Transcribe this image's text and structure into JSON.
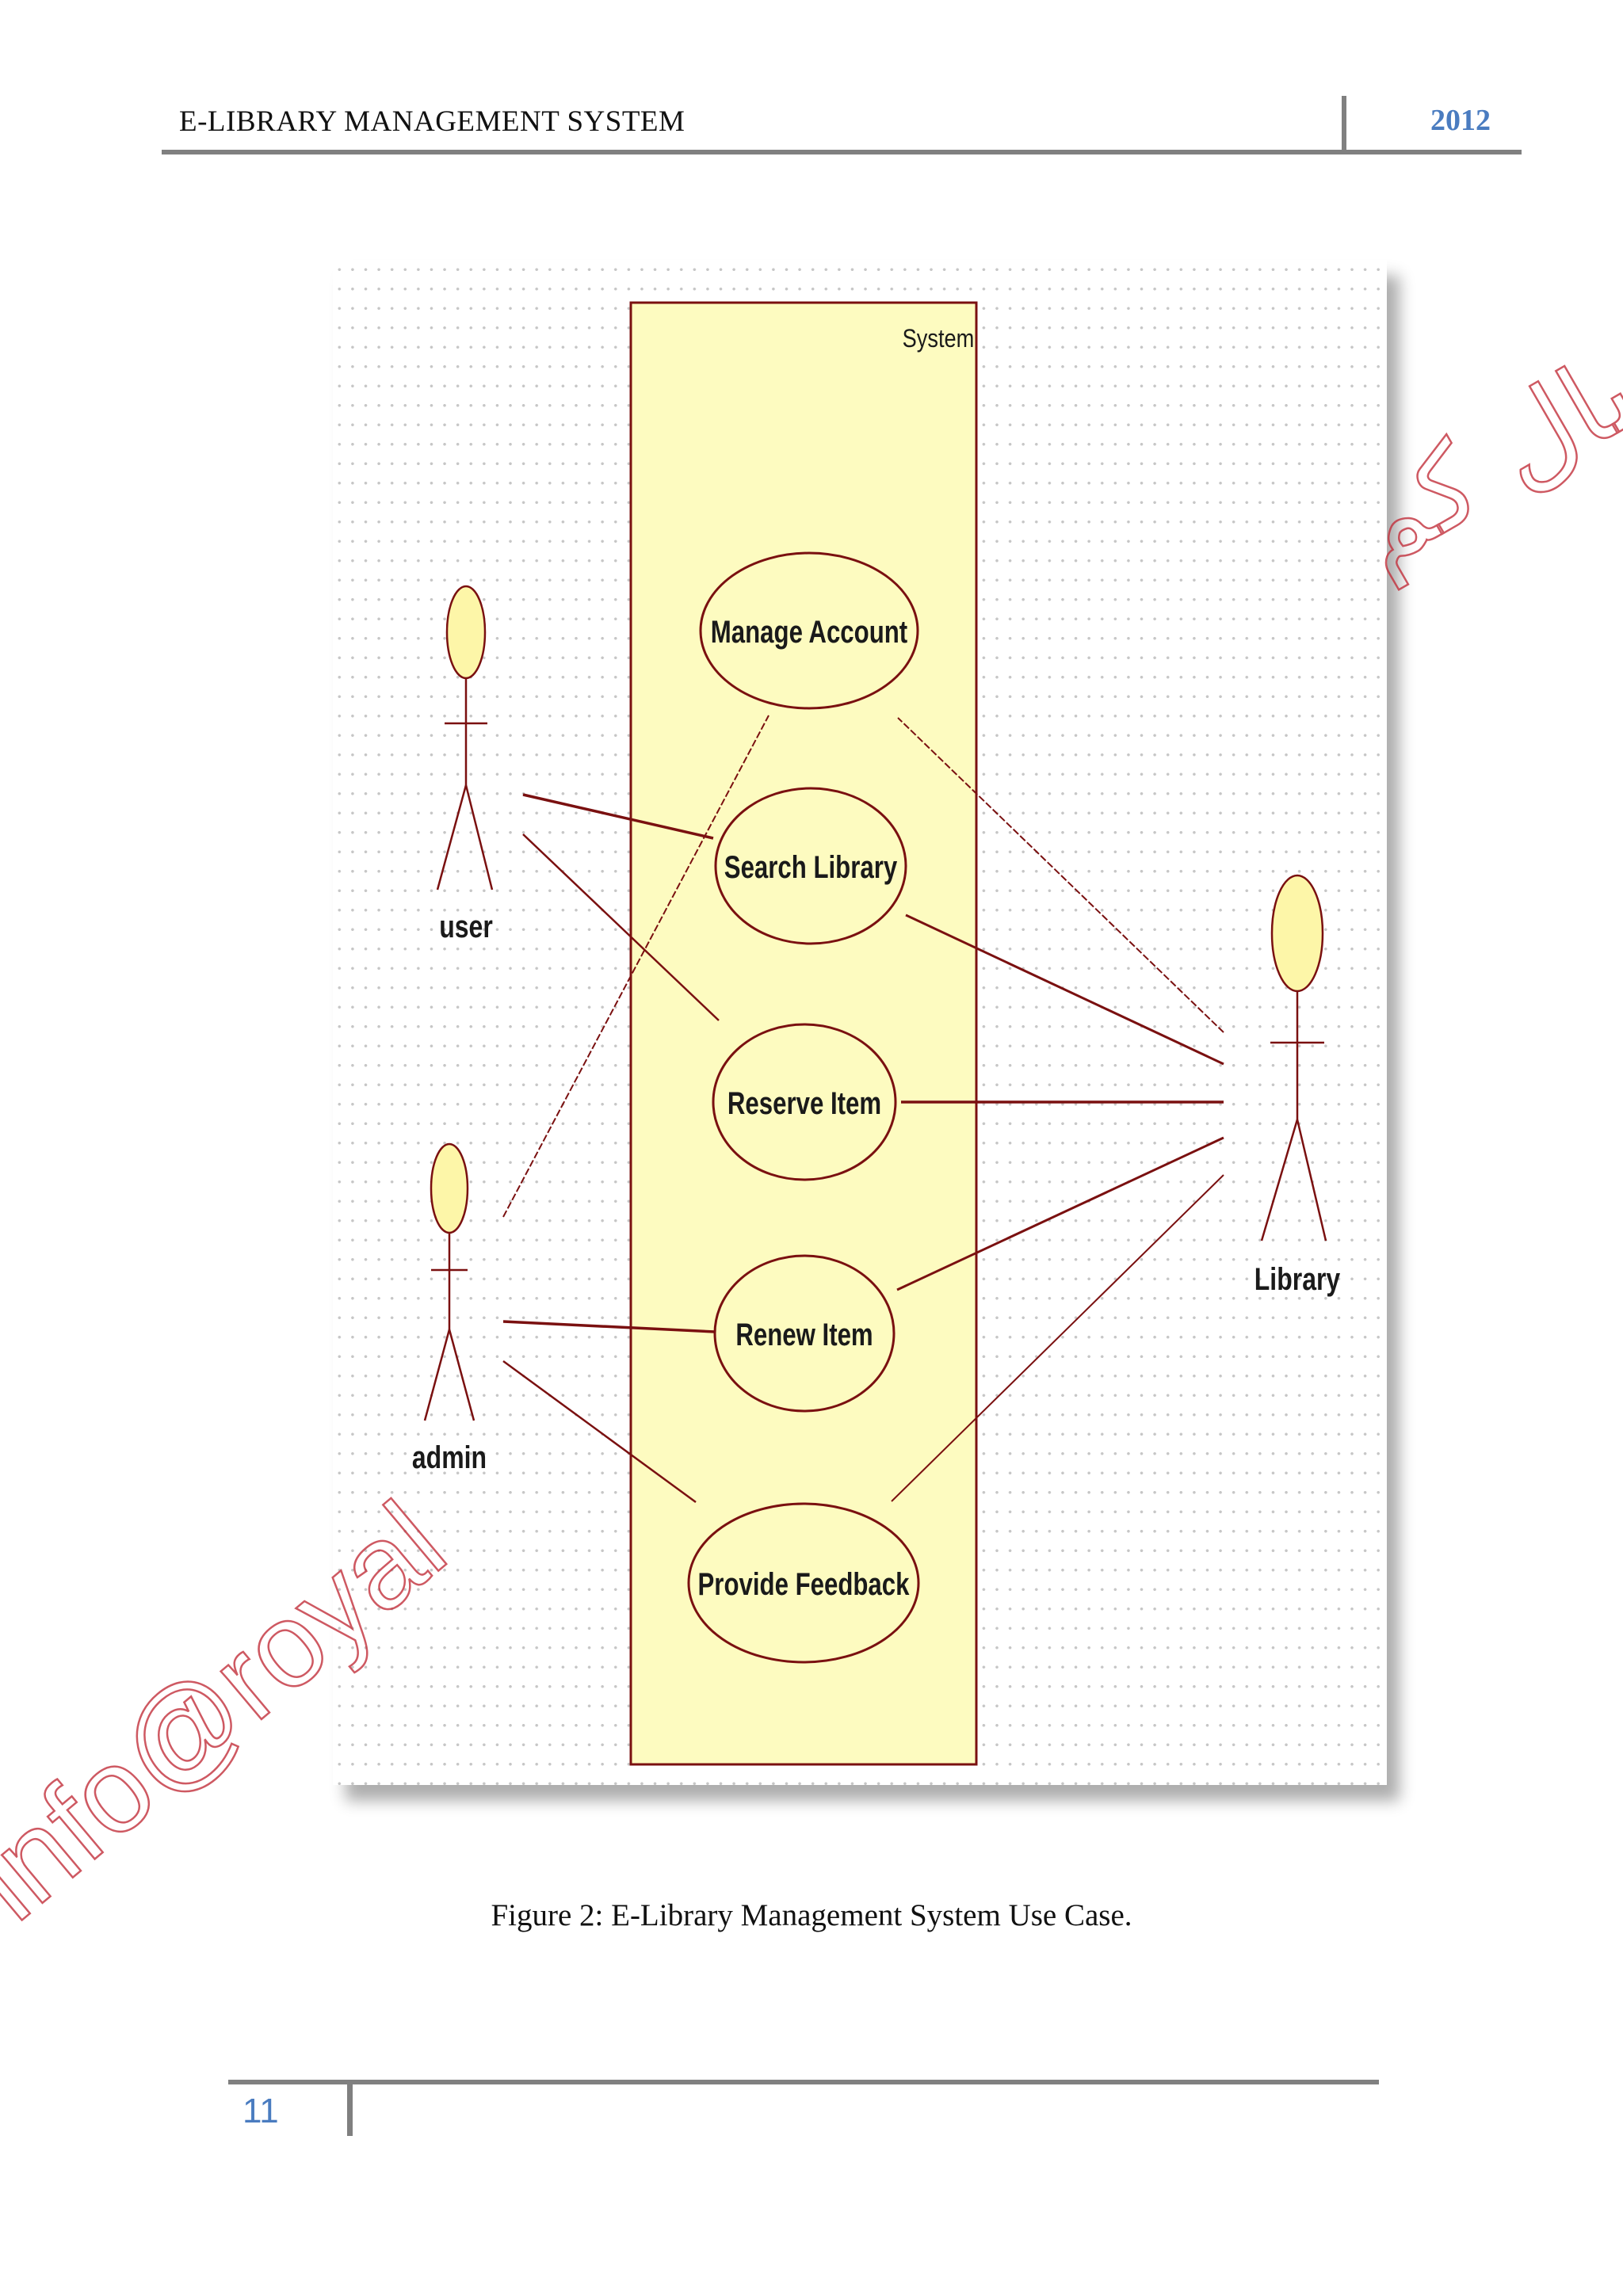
{
  "header": {
    "title": "E-LIBRARY MANAGEMENT SYSTEM",
    "year": "2012"
  },
  "diagram": {
    "system_label": "System",
    "actors": {
      "user": "user",
      "admin": "admin",
      "library": "Library"
    },
    "use_cases": {
      "manage_account": "Manage Account",
      "search_library": "Search Library",
      "reserve_item": "Reserve Item",
      "renew_item": "Renew Item",
      "provide_feedback": "Provide Feedback"
    },
    "colors": {
      "line": "#7a1010",
      "fill": "#fdfbc0",
      "actor_head": "#fdf6a8"
    }
  },
  "caption": "Figure 2: E-Library Management System Use Case.",
  "watermark": {
    "latin": "info@royal",
    "arabic": "رويال كم"
  },
  "footer": {
    "page_number": "11"
  }
}
